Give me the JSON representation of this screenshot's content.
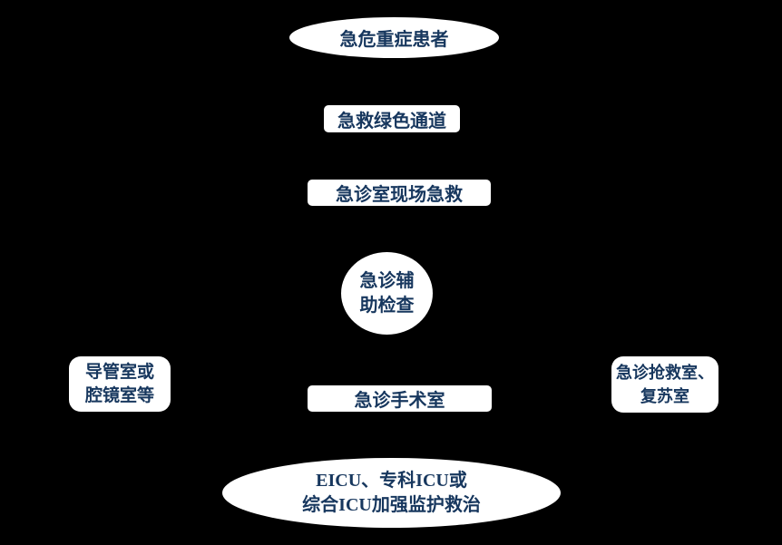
{
  "diagram": {
    "background_color": "#000000",
    "shape_fill_color": "#ffffff",
    "text_color": "#17375E",
    "nodes": {
      "critical_patients": {
        "shape": "ellipse",
        "label": "急危重症患者"
      },
      "green_channel": {
        "shape": "rect",
        "label": "急救绿色通道"
      },
      "er_first_aid": {
        "shape": "rect",
        "label": "急诊室现场急救"
      },
      "aux_exam": {
        "shape": "circle",
        "line1": "急诊辅",
        "line2": "助检查"
      },
      "cath_endoscopy": {
        "shape": "rounded-rect",
        "line1": "导管室或",
        "line2": "腔镜室等"
      },
      "er_operating_room": {
        "shape": "rect",
        "label": "急诊手术室"
      },
      "rescue_resus": {
        "shape": "rounded-rect",
        "line1": "急诊抢救室、",
        "line2": "复苏室"
      },
      "icu": {
        "shape": "ellipse",
        "line1": "EICU、专科ICU或",
        "line2": "综合ICU加强监护救治"
      }
    }
  }
}
